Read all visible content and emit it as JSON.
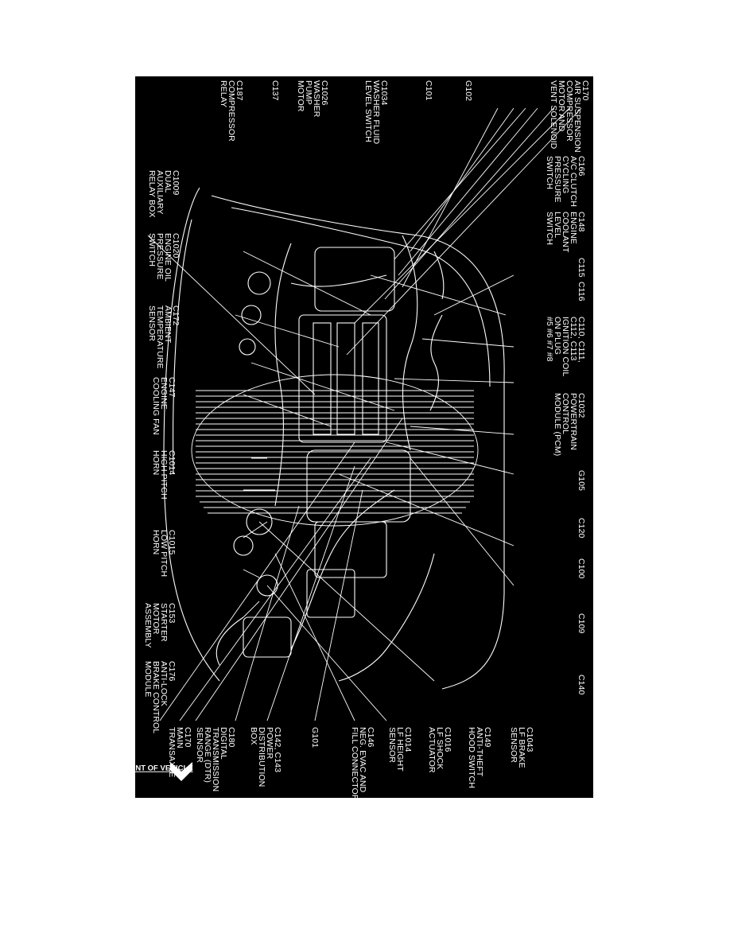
{
  "colors": {
    "page": "#ffffff",
    "panel": "#000000",
    "ink": "#ffffff"
  },
  "callouts": {
    "top": [
      {
        "id": "c170",
        "lines": [
          "C170",
          "AIR SUSPENSION",
          "COMPRESSOR",
          "MOTOR AND",
          "VENT SOLENOID"
        ]
      },
      {
        "id": "g102",
        "lines": [
          "G102"
        ]
      },
      {
        "id": "c101",
        "lines": [
          "C101"
        ]
      },
      {
        "id": "c1034",
        "lines": [
          "C1034",
          "WASHER FLUID",
          "LEVEL SWITCH"
        ]
      },
      {
        "id": "c1026",
        "lines": [
          "C1026",
          "WASHER",
          "PUMP",
          "MOTOR"
        ]
      },
      {
        "id": "c137",
        "lines": [
          "C137"
        ]
      },
      {
        "id": "c187",
        "lines": [
          "C187",
          "COMPRESSOR",
          "RELAY"
        ]
      }
    ],
    "upper_row": [
      {
        "id": "c166",
        "lines": [
          "C166",
          "A/C CLUTCH",
          "CYCLING",
          "PRESSURE",
          "SWITCH"
        ]
      },
      {
        "id": "c1009",
        "lines": [
          "C1009",
          "DUAL",
          "AUXILIARY",
          "RELAY BOX"
        ]
      }
    ],
    "mid_row": [
      {
        "id": "c148",
        "lines": [
          "C148",
          "ENGINE",
          "COOLANT",
          "LEVEL",
          "SWITCH"
        ]
      },
      {
        "id": "c1020",
        "lines": [
          "C1020",
          "ENGINE OIL",
          "PRESSURE",
          "SWITCH"
        ]
      }
    ],
    "low_row": [
      {
        "id": "c115",
        "lines": [
          "C115"
        ]
      },
      {
        "id": "c116",
        "lines": [
          "C116"
        ]
      },
      {
        "id": "c172",
        "lines": [
          "C172",
          "AMBIENT",
          "TEMPERATURE",
          "SENSOR"
        ]
      },
      {
        "id": "c110",
        "lines": [
          "C110, C111,",
          "C112, C113",
          "IGNITION COIL",
          "ON PLUG",
          "#5 #6 #7 #8"
        ]
      },
      {
        "id": "c147",
        "lines": [
          "C147",
          "ENGINE",
          "COOLING FAN"
        ]
      },
      {
        "id": "c1032",
        "lines": [
          "C1032",
          "POWERTRAIN",
          "CONTROL",
          "MODULE (PCM)"
        ]
      },
      {
        "id": "c1014",
        "lines": [
          "C1014",
          "HIGH PITCH",
          "HORN"
        ]
      },
      {
        "id": "g105",
        "lines": [
          "G105"
        ]
      },
      {
        "id": "c1015",
        "lines": [
          "C1015",
          "LOW PITCH",
          "HORN"
        ]
      },
      {
        "id": "c120",
        "lines": [
          "C120"
        ]
      },
      {
        "id": "c100",
        "lines": [
          "C100"
        ]
      },
      {
        "id": "c153",
        "lines": [
          "C153",
          "STARTER",
          "MOTOR",
          "ASSEMBLY"
        ]
      },
      {
        "id": "c109",
        "lines": [
          "C109"
        ]
      },
      {
        "id": "c176",
        "lines": [
          "C176",
          "ANTI-LOCK",
          "BRAKE CONTROL",
          "MODULE"
        ]
      },
      {
        "id": "c140",
        "lines": [
          "C140"
        ]
      }
    ],
    "bottom": [
      {
        "id": "c170t",
        "lines": [
          "C170",
          "MAIN",
          "TRANSAXLE"
        ]
      },
      {
        "id": "c180",
        "lines": [
          "C180",
          "DIGITAL",
          "TRANSMISSION",
          "RANGE (DTR)",
          "SENSOR"
        ]
      },
      {
        "id": "c142",
        "lines": [
          "C142, C143",
          "POWER",
          "DISTRIBUTION",
          "BOX"
        ]
      },
      {
        "id": "g101",
        "lines": [
          "G101"
        ]
      },
      {
        "id": "c146",
        "lines": [
          "C146",
          "NEG. EVAC AND",
          "FILL CONNECTOR"
        ]
      },
      {
        "id": "c1014b",
        "lines": [
          "C1014",
          "LF HEIGHT",
          "SENSOR"
        ]
      },
      {
        "id": "c1016",
        "lines": [
          "C1016",
          "LF SHOCK",
          "ACTUATOR"
        ]
      },
      {
        "id": "c149",
        "lines": [
          "C149",
          "ANTI-THEFT",
          "HOOD SWITCH"
        ]
      },
      {
        "id": "c1043",
        "lines": [
          "C1043",
          "LF BRAKE",
          "SENSOR"
        ]
      }
    ]
  },
  "front_label": "FRONT OF VEHICLE",
  "icons": {
    "front_arrow": "chevron-arrow-icon"
  }
}
